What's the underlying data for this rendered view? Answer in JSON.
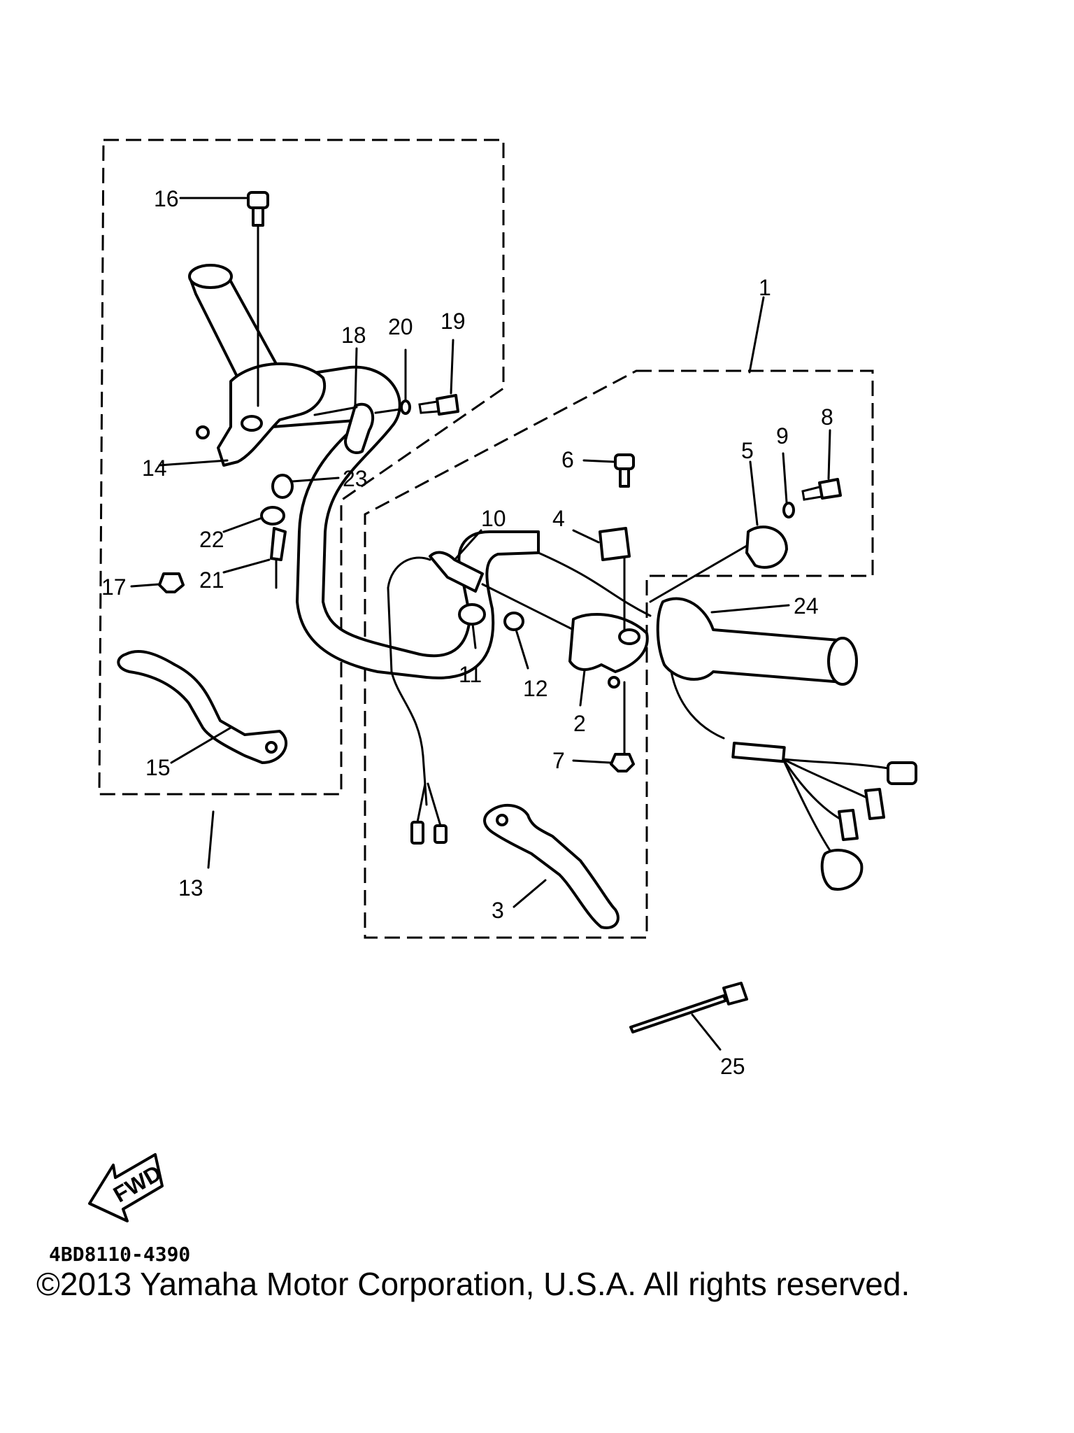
{
  "diagram": {
    "callouts": {
      "c1": "1",
      "c2": "2",
      "c3": "3",
      "c4": "4",
      "c5": "5",
      "c6": "6",
      "c7": "7",
      "c8": "8",
      "c9": "9",
      "c10": "10",
      "c11": "11",
      "c12": "12",
      "c13": "13",
      "c14": "14",
      "c15": "15",
      "c16": "16",
      "c17": "17",
      "c18": "18",
      "c19": "19",
      "c20": "20",
      "c21": "21",
      "c22": "22",
      "c23": "23",
      "c24": "24",
      "c25": "25"
    },
    "fwd_label": "FWD",
    "diagram_code": "4BD8110-4390"
  },
  "footer": {
    "copyright": "©2013 Yamaha Motor Corporation, U.S.A. All rights reserved."
  }
}
